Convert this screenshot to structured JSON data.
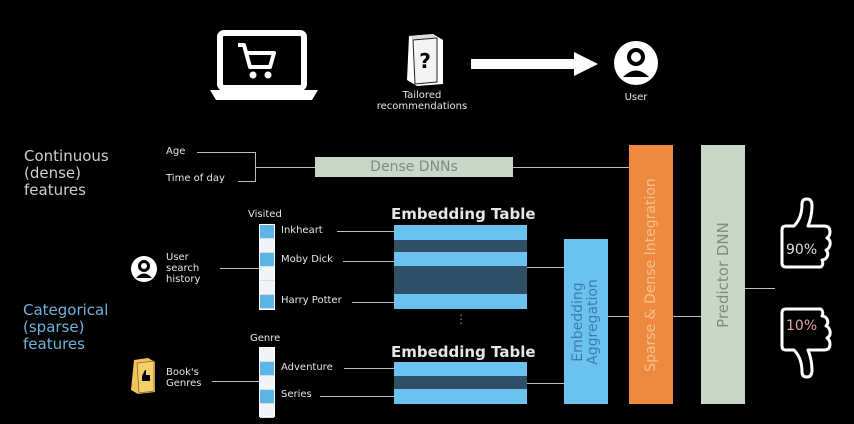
{
  "header": {
    "laptop_icon": "laptop-cart-icon",
    "book_icon": "book-question-icon",
    "book_caption": "Tailored\nrecommendations",
    "user_icon": "user-icon",
    "user_caption": "User"
  },
  "dense": {
    "section_label": "Continuous\n(dense)\nfeatures",
    "features": [
      "Age",
      "Time of day"
    ],
    "box_label": "Dense DNNs"
  },
  "sparse": {
    "section_label": "Categorical\n(sparse)\nfeatures",
    "search": {
      "source_label": "User\nsearch\nhistory",
      "vector_label": "Visited",
      "items": [
        "Inkheart",
        "Moby Dick",
        "Harry Potter"
      ],
      "table_label": "Embedding Table"
    },
    "genres": {
      "source_label": "Book's\nGenres",
      "vector_label": "Genre",
      "items": [
        "Adventure",
        "Series"
      ],
      "table_label": "Embedding Table"
    },
    "ellipsis": "⋮"
  },
  "blocks": {
    "aggregation": "Embedding\nAggregation",
    "integration": "Sparse & Dense Integration",
    "predictor": "Predictor DNN"
  },
  "outputs": {
    "like": {
      "icon": "thumbs-up-icon",
      "value": "90%"
    },
    "dislike": {
      "icon": "thumbs-down-icon",
      "value": "10%"
    }
  },
  "colors": {
    "dense_box": "#c9d7c9",
    "embedding_light": "#6cc2ef",
    "embedding_dark": "#2e4f66",
    "aggregation": "#6cc2ef",
    "integration": "#ee8a3f",
    "predictor": "#c9d7c9",
    "sparse_label": "#6fb2dc",
    "book_genre_icon": "#f2c45a"
  }
}
